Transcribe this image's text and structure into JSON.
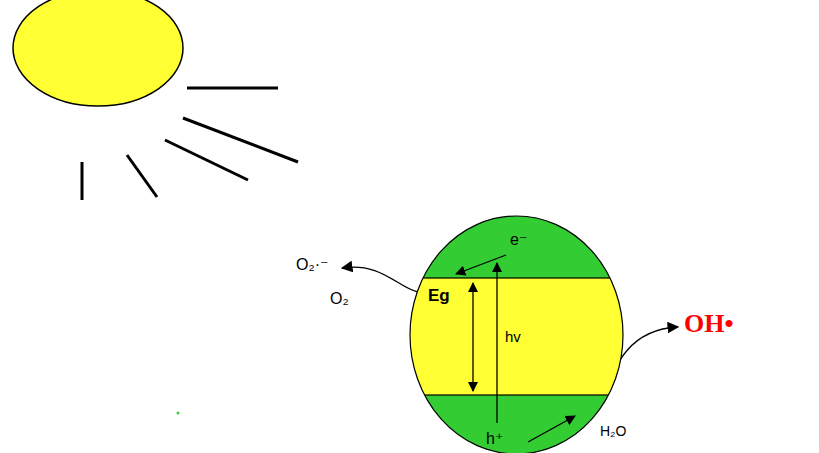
{
  "diagram": {
    "nodes": [
      {
        "text": [
          "e⁻",
          "Eg",
          "hv",
          "h⁺"
        ]
      }
    ],
    "labels": [
      "O₂·⁻",
      "O₂",
      "H₂O",
      "OH•"
    ]
  }
}
